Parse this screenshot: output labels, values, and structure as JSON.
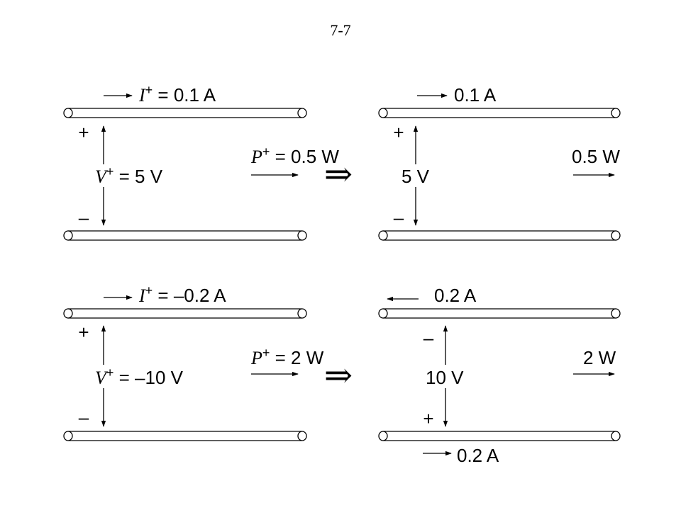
{
  "page_number": "7-7",
  "implies_symbol": "⇒",
  "sign_plus": "+",
  "sign_minus": "–",
  "example1": {
    "left": {
      "current_sym": "I",
      "current_sup": "+",
      "current_eq": " = 0.1 A",
      "voltage_sym": "V",
      "voltage_sup": "+",
      "voltage_eq": " = 5 V",
      "power_sym": "P",
      "power_sup": "+",
      "power_eq": " = 0.5 W"
    },
    "right": {
      "current": "0.1 A",
      "voltage": "5 V",
      "power": "0.5 W"
    }
  },
  "example2": {
    "left": {
      "current_sym": "I",
      "current_sup": "+",
      "current_eq": " = –0.2 A",
      "voltage_sym": "V",
      "voltage_sup": "+",
      "voltage_eq": " = –10 V",
      "power_sym": "P",
      "power_sup": "+",
      "power_eq": " = 2 W"
    },
    "right": {
      "current_top": "0.2 A",
      "voltage": "10 V",
      "power": "2 W",
      "current_bottom": "0.2 A"
    }
  }
}
